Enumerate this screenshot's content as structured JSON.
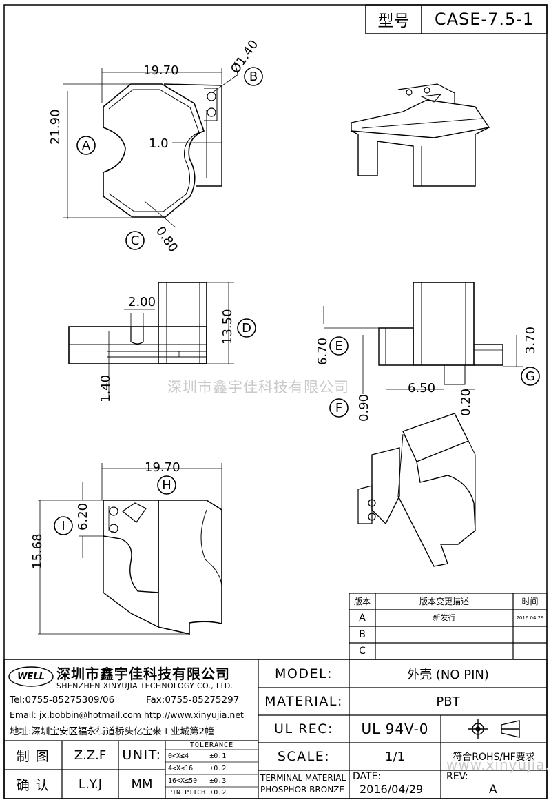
{
  "title_block": {
    "label": "型号",
    "value": "CASE-7.5-1"
  },
  "dimensions": {
    "top_view": {
      "width": "19.70",
      "height": "21.90",
      "hole": "Ø1.40",
      "wall": "1.0",
      "thickness": "0.80"
    },
    "front_view": {
      "slot": "2.00",
      "height": "13.50",
      "base": "1.40"
    },
    "side_view": {
      "upper": "6.70",
      "foot": "3.70",
      "offset": "0.90",
      "width": "6.50",
      "gap": "0.20"
    },
    "bottom_view": {
      "width": "19.70",
      "height": "15.68",
      "pin": "6.20"
    }
  },
  "callouts": [
    "A",
    "B",
    "C",
    "D",
    "E",
    "F",
    "G",
    "H",
    "I"
  ],
  "watermarks": {
    "cn": "深圳市鑫宇佳科技有限公司",
    "url": "www.xinyujia.net"
  },
  "revision_table": {
    "headers": [
      "版本",
      "版本变更描述",
      "时间"
    ],
    "rows": [
      {
        "ver": "A",
        "desc": "新发行",
        "date": "2016.04.29"
      },
      {
        "ver": "B",
        "desc": "",
        "date": ""
      },
      {
        "ver": "C",
        "desc": "",
        "date": ""
      }
    ]
  },
  "company": {
    "logo_text": "WELL",
    "name_cn": "深圳市鑫宇佳科技有限公司",
    "name_en": "SHENZHEN XINYUJIA TECHNOLOGY CO., LTD.",
    "tel": "Tel:0755-85275309/06",
    "fax": "Fax:0755-85275297",
    "email": "Email: jx.bobbin@hotmail.com http://www.xinyujia.net",
    "address": "地址:深圳宝安区福永街道桥头亿宝来工业城第2幢"
  },
  "drafting": {
    "draw_label": "制 图",
    "draw_value": "Z.Z.F",
    "check_label": "确 认",
    "check_value": "L.Y.J",
    "unit_label": "UNIT:",
    "unit_value": "MM"
  },
  "tolerance": {
    "header": "TOLERANCE",
    "rows": [
      "0<X≤4     ±0.1",
      "4<X≤16    ±0.2",
      "16<X≤50   ±0.3",
      "PIN PITCH ±0.2"
    ]
  },
  "spec": {
    "model_label": "MODEL:",
    "model_value": "外壳 (NO PIN)",
    "material_label": "MATERIAL:",
    "material_value": "PBT",
    "ulrec_label": "UL REC:",
    "ulrec_value": "UL 94V-0",
    "scale_label": "SCALE:",
    "scale_value": "1/1",
    "rohs": "符合ROHS/HF要求",
    "terminal_label": "TERMINAL MATERIAL",
    "terminal_value": "PHOSPHOR BRONZE",
    "date_label": "DATE:",
    "date_value": "2016/04/29",
    "rev_label": "REV:",
    "rev_value": "A"
  }
}
